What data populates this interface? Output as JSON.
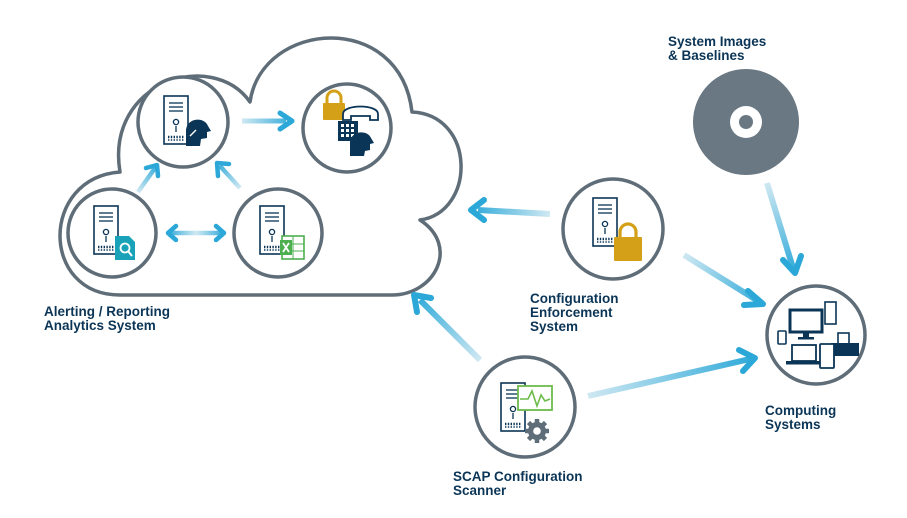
{
  "colors": {
    "outline": "#5f6d78",
    "server_fill": "#ffffff",
    "navy": "#0b3556",
    "arrow_light": "#cfe8f2",
    "arrow_dark": "#2ba8d8",
    "lock_gold": "#d4a017",
    "teal": "#1aa3b8",
    "excel_green": "#4caf50",
    "monitor_green": "#6dbb4a",
    "disc_gray": "#6a7883"
  },
  "icons": {
    "cloud": "cloud-icon",
    "server": "server-icon",
    "lock": "padlock-icon",
    "head": "person-head-icon",
    "phone": "telephone-icon",
    "magnifier_doc": "search-document-icon",
    "spreadsheet": "excel-spreadsheet-icon",
    "gear": "gear-icon",
    "waveform": "monitor-waveform-icon",
    "disc": "disc-icon",
    "devices": "devices-icon"
  },
  "labels": {
    "analytics": [
      "Alerting / Reporting",
      "Analytics System"
    ],
    "enforcement": [
      "Configuration",
      "Enforcement",
      "System"
    ],
    "scanner": [
      "SCAP Configuration",
      "Scanner"
    ],
    "images": [
      "System Images",
      "& Baselines"
    ],
    "computing": [
      "Computing",
      "Systems"
    ]
  }
}
